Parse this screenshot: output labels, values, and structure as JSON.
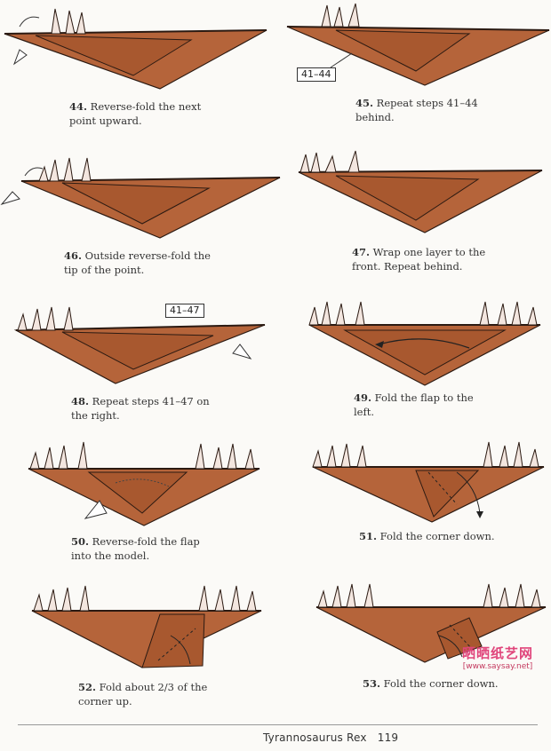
{
  "steps": [
    {
      "num": "44.",
      "text": "Reverse-fold the next",
      "text2": "point upward."
    },
    {
      "num": "45.",
      "text": "Repeat steps 41–44",
      "text2": "behind.",
      "ref": "41–44"
    },
    {
      "num": "46.",
      "text": "Outside reverse-fold the",
      "text2": "tip of the point."
    },
    {
      "num": "47.",
      "text": "Wrap one layer to the",
      "text2": "front. Repeat behind."
    },
    {
      "num": "48.",
      "text": "Repeat steps 41–47 on",
      "text2": "the right.",
      "ref": "41–47"
    },
    {
      "num": "49.",
      "text": "Fold the flap to the",
      "text2": "left."
    },
    {
      "num": "50.",
      "text": "Reverse-fold the flap",
      "text2": "into the model."
    },
    {
      "num": "51.",
      "text": "Fold the corner down.",
      "text2": ""
    },
    {
      "num": "52.",
      "text": "Fold about 2/3 of the",
      "text2": "corner up."
    },
    {
      "num": "53.",
      "text": "Fold the corner down.",
      "text2": ""
    }
  ],
  "footer": {
    "title": "Tyrannosaurus Rex",
    "page": "119"
  },
  "watermark": {
    "cn": "晒晒纸艺网",
    "url": "[www.saysay.net]"
  },
  "colors": {
    "paper": "#b5643a",
    "paper_dark": "#8e4a28",
    "paper_light": "#f3e6df",
    "line": "#2b1a12"
  }
}
